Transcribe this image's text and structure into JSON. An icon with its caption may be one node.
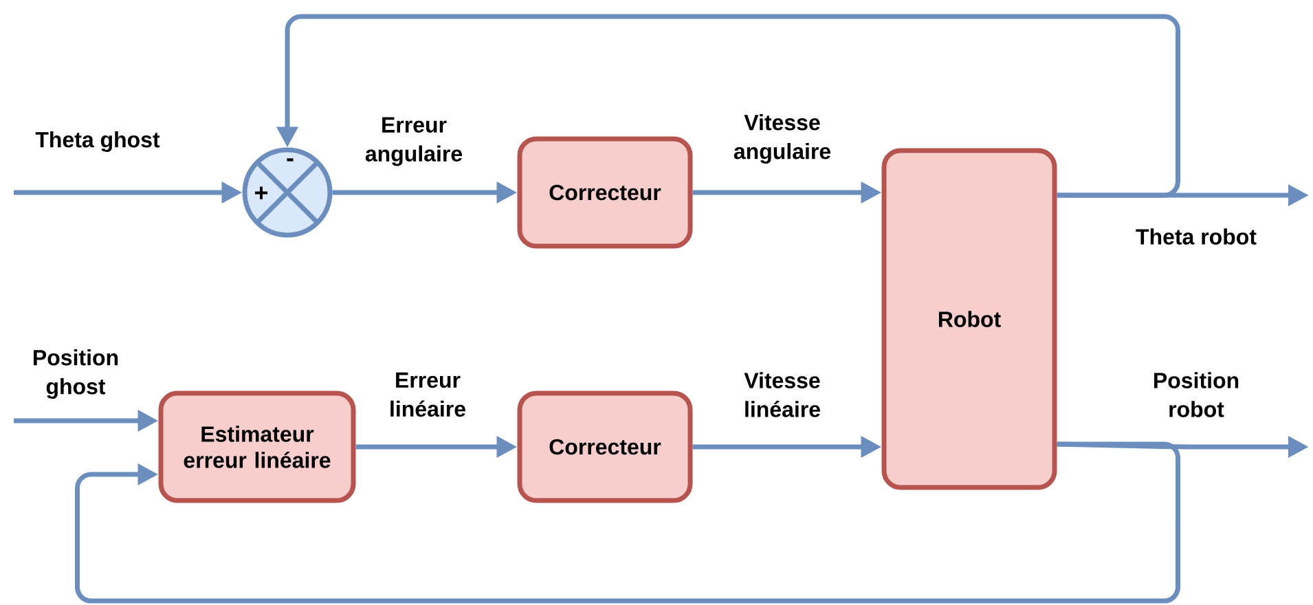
{
  "diagram": {
    "nodes": [
      {
        "text": [
          "+",
          "-"
        ]
      },
      {
        "text": [
          "Correcteur"
        ]
      },
      {
        "text": [
          "Robot"
        ]
      },
      {
        "text": [
          "Estimateur erreur linéaire"
        ]
      },
      {
        "text": [
          "Correcteur"
        ]
      }
    ],
    "edges": [
      {
        "from": null,
        "to": 0,
        "arrow": "to",
        "label": "Theta ghost"
      },
      {
        "from": 0,
        "to": 1,
        "arrow": "to",
        "label": "Erreur angulaire"
      },
      {
        "from": 1,
        "to": 2,
        "arrow": "to",
        "label": "Vitesse angulaire"
      },
      {
        "from": 2,
        "to": null,
        "arrow": "to",
        "label": "Theta robot"
      },
      {
        "from": 2,
        "to": 0,
        "arrow": "to"
      },
      {
        "from": null,
        "to": 3,
        "arrow": "to",
        "label": "Position ghost"
      },
      {
        "from": 3,
        "to": 4,
        "arrow": "to",
        "label": "Erreur linéaire"
      },
      {
        "from": 4,
        "to": 2,
        "arrow": "to",
        "label": "Vitesse linéaire"
      },
      {
        "from": 2,
        "to": null,
        "arrow": "to",
        "label": "Position robot"
      },
      {
        "from": 2,
        "to": 3,
        "arrow": "to"
      }
    ]
  }
}
